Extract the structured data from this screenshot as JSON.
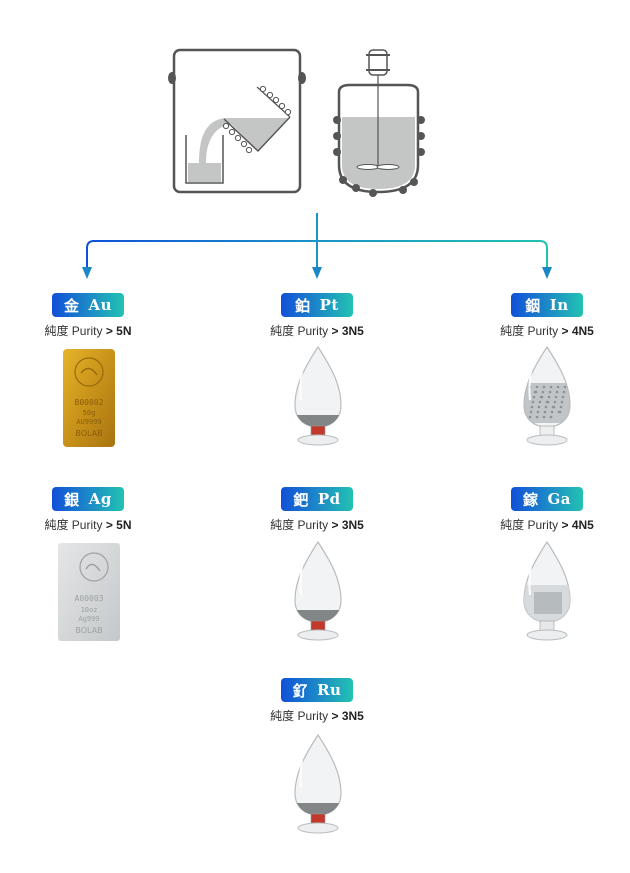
{
  "process_icons": [
    {
      "name": "melting-furnace",
      "label": "Melting furnace pouring crucible"
    },
    {
      "name": "stirred-reactor",
      "label": "Stirred tank reactor"
    }
  ],
  "colors": {
    "gradient_start": "#1150d8",
    "gradient_end": "#22c2b2",
    "icon_stroke": "#555555",
    "icon_fill": "#c4c6c5"
  },
  "purity_label": "純度 Purity",
  "products": [
    {
      "zh": "金",
      "symbol": "Au",
      "purity": "5N",
      "image": "gold-bar"
    },
    {
      "zh": "銀",
      "symbol": "Ag",
      "purity": "5N",
      "image": "silver-bar"
    },
    {
      "zh": "鉑",
      "symbol": "Pt",
      "purity": "3N5",
      "image": "powder-flask"
    },
    {
      "zh": "鈀",
      "symbol": "Pd",
      "purity": "3N5",
      "image": "powder-flask"
    },
    {
      "zh": "釕",
      "symbol": "Ru",
      "purity": "3N5",
      "image": "powder-flask"
    },
    {
      "zh": "銦",
      "symbol": "In",
      "purity": "4N5",
      "image": "granule-flask"
    },
    {
      "zh": "鎵",
      "symbol": "Ga",
      "purity": "4N5",
      "image": "liquid-flask"
    }
  ]
}
